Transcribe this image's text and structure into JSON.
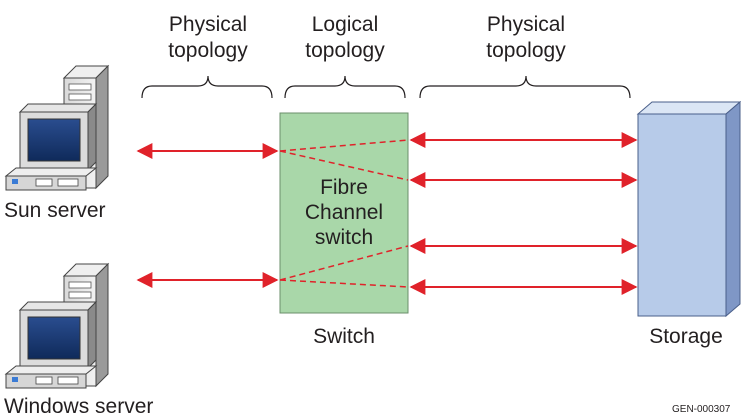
{
  "labels": {
    "physical_left": [
      "Physical",
      "topology"
    ],
    "logical": [
      "Logical",
      "topology"
    ],
    "physical_right": [
      "Physical",
      "topology"
    ],
    "switch_inner": [
      "Fibre",
      "Channel",
      "switch"
    ],
    "switch_caption": "Switch",
    "storage_caption": "Storage",
    "sun_server": "Sun server",
    "windows_server": "Windows server",
    "figure_id": "GEN-000307"
  },
  "colors": {
    "link": "#e0222a",
    "switch_fill": "#a9d7a9",
    "storage_front": "#b7cbe9",
    "storage_side": "#7f97c6"
  },
  "icons": {
    "server": "computer-tower-icon",
    "storage": "storage-array-icon"
  }
}
